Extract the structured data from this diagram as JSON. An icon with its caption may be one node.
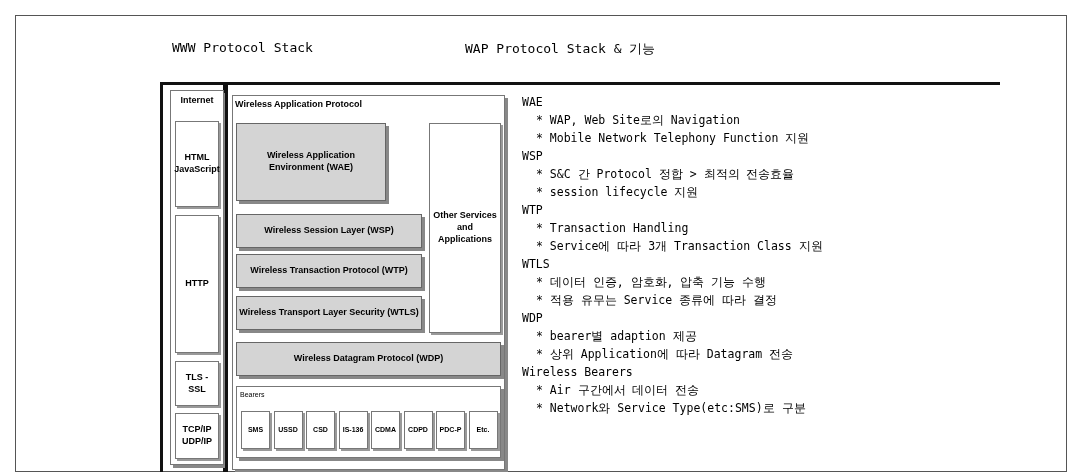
{
  "diagram": {
    "nodes": [
      {
        "text": [
          "WWW Protocol Stack"
        ]
      },
      {
        "text": [
          "Internet"
        ],
        "in": 0
      },
      {
        "text": [
          "HTML JavaScript"
        ],
        "in": 1
      },
      {
        "text": [
          "HTTP"
        ],
        "in": 1
      },
      {
        "text": [
          "TLS - SSL"
        ],
        "in": 1
      },
      {
        "text": [
          "TCP/IP UDP/IP"
        ],
        "in": 1
      },
      {
        "text": [
          "WAP Protocol Stack & 기능"
        ]
      },
      {
        "text": [
          "Wireless Application Protocol"
        ],
        "in": 6
      },
      {
        "text": [
          "Wireless Application Environment (WAE)"
        ],
        "in": 7
      },
      {
        "text": [
          "Other Services and Applications"
        ],
        "in": 7
      },
      {
        "text": [
          "Wireless Session Layer (WSP)"
        ],
        "in": 7
      },
      {
        "text": [
          "Wireless Transaction Protocol (WTP)"
        ],
        "in": 7
      },
      {
        "text": [
          "Wireless Transport Layer Security (WTLS)"
        ],
        "in": 7
      },
      {
        "text": [
          "Wireless Datagram Protocol (WDP)"
        ],
        "in": 7
      },
      {
        "text": [
          "Bearers"
        ],
        "in": 7
      },
      {
        "text": [
          "SMS"
        ],
        "in": 14
      },
      {
        "text": [
          "USSD"
        ],
        "in": 14
      },
      {
        "text": [
          "CSD"
        ],
        "in": 14
      },
      {
        "text": [
          "IS-136"
        ],
        "in": 14
      },
      {
        "text": [
          "CDMA"
        ],
        "in": 14
      },
      {
        "text": [
          "CDPD"
        ],
        "in": 14
      },
      {
        "text": [
          "PDC-P"
        ],
        "in": 14
      },
      {
        "text": [
          "Etc."
        ],
        "in": 14
      }
    ],
    "labels": [
      "WAE",
      "* WAP, Web Site로의 Navigation",
      "* Mobile Network Telephony Function 지원",
      "WSP",
      "* S&C 간 Protocol 정합 > 최적의 전송효율",
      "* session lifecycle 지원",
      "WTP",
      "* Transaction Handling",
      "* Service에 따라 3개 Transaction Class 지원",
      "WTLS",
      "* 데이터 인증, 암호화, 압축 기능 수행",
      "* 적용 유무는 Service 종류에 따라 결정",
      "WDP",
      "* bearer별 adaption 제공",
      "* 상위 Application에 따라 Datagram 전송",
      "Wireless Bearers",
      "* Air 구간에서 데이터 전송",
      "* Network와 Service Type(etc:SMS)로 구분"
    ]
  }
}
